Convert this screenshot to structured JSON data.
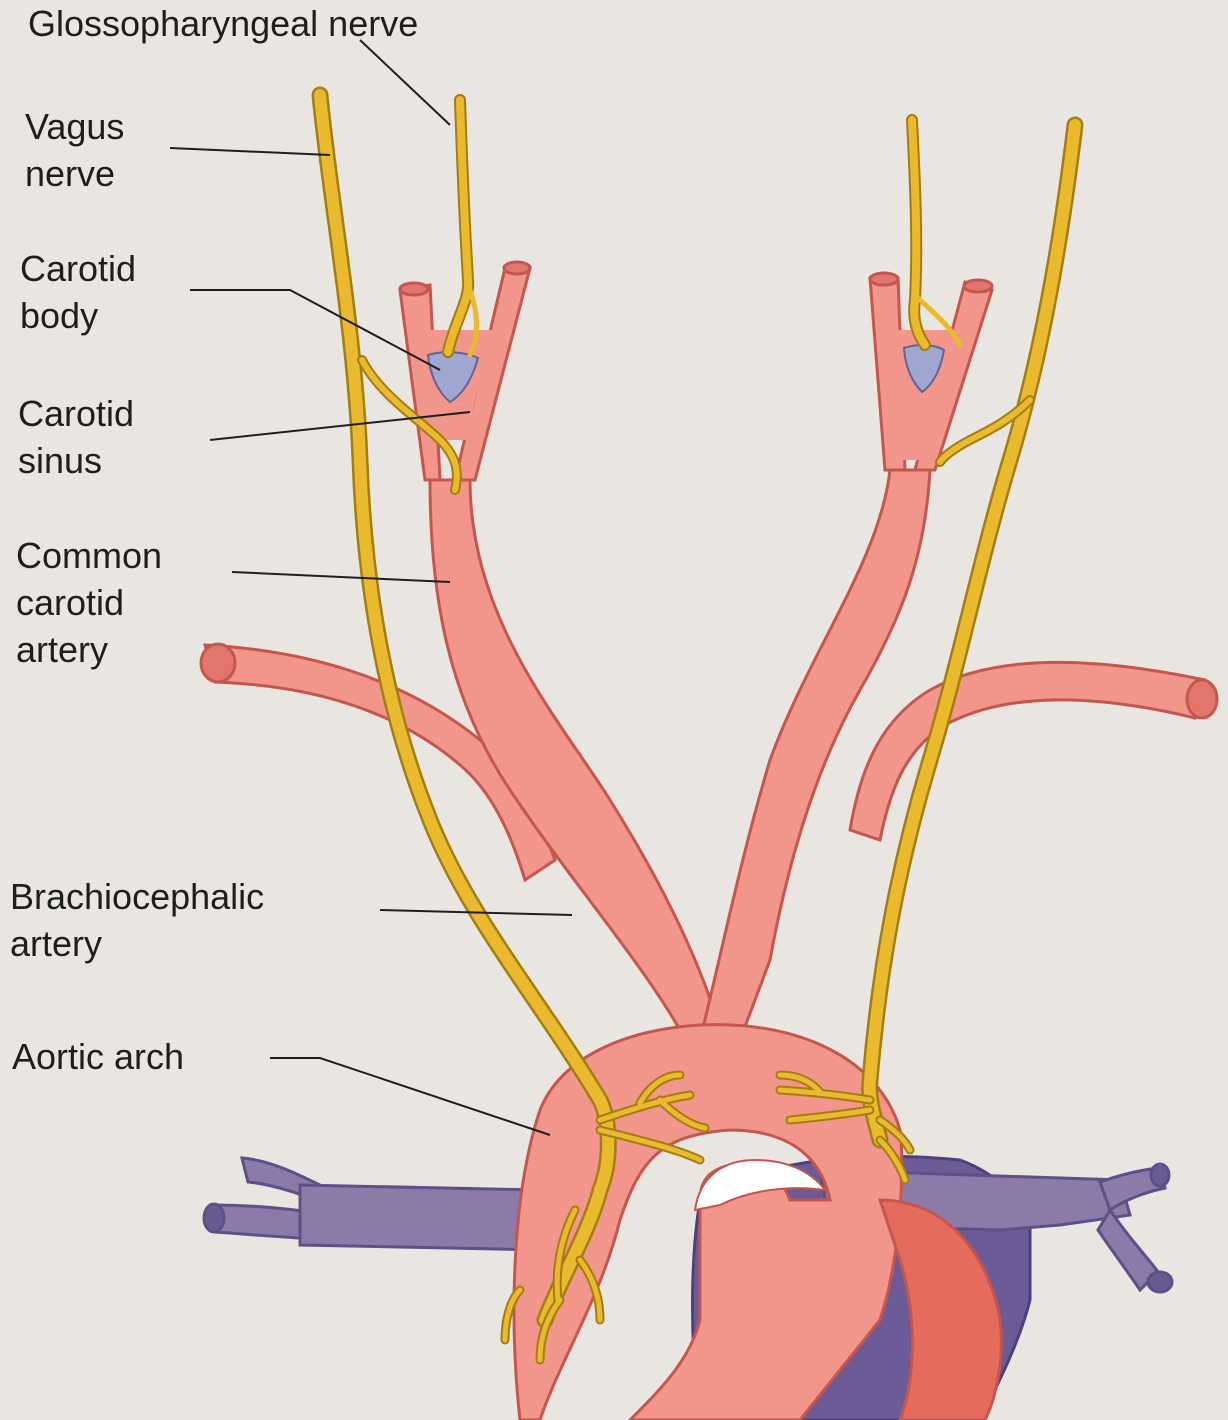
{
  "colors": {
    "background": "#e9e6e1",
    "artery": "#f2958a",
    "artery_edge": "#c4564e",
    "vein": "#8c7ba8",
    "vein_dark": "#5e4f86",
    "nerve": "#e9b92e",
    "nerve_edge": "#a37c12",
    "carotid_body": "#9fa6cf",
    "leader": "#1e1e1e"
  },
  "labels": {
    "glossopharyngeal": {
      "line1": "Glossopharyngeal nerve"
    },
    "vagus": {
      "line1": "Vagus",
      "line2": "nerve"
    },
    "carotid_body": {
      "line1": "Carotid",
      "line2": "body"
    },
    "carotid_sinus": {
      "line1": "Carotid",
      "line2": "sinus"
    },
    "common_carotid": {
      "line1": "Common",
      "line2": "carotid",
      "line3": "artery"
    },
    "brachiocephalic": {
      "line1": "Brachiocephalic",
      "line2": "artery"
    },
    "aortic_arch": {
      "line1": "Aortic arch"
    }
  }
}
